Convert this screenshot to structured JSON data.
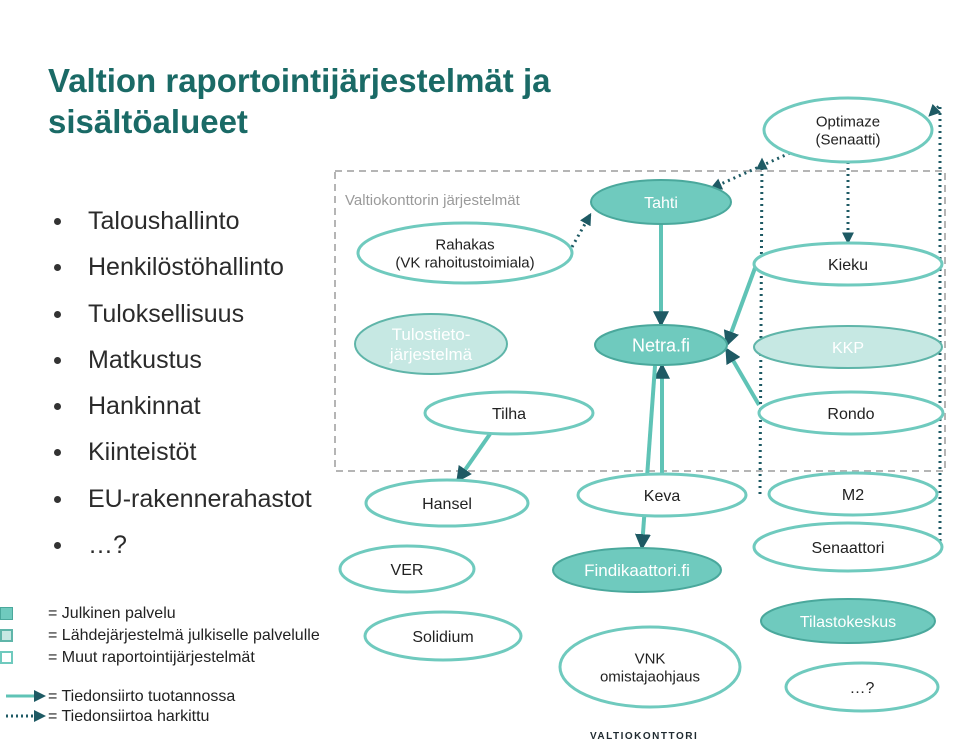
{
  "title": "Valtion raportointijärjestelmät ja sisältöalueet",
  "bullets": [
    "Taloushallinto",
    "Henkilöstöhallinto",
    "Tuloksellisuus",
    "Matkustus",
    "Hankinnat",
    "Kiinteistöt",
    "EU-rakennerahastot",
    "…?"
  ],
  "legend": {
    "public_service": "= Julkinen palvelu",
    "source_system": "= Lähdejärjestelmä julkiselle palvelulle",
    "other_systems": "= Muut raportointijärjestelmät",
    "transfer_production": "= Tiedonsiirto tuotannossa",
    "transfer_planned": "= Tiedonsiirtoa harkittu"
  },
  "group_label": "Valtiokonttorin järjestelmät",
  "nodes": {
    "rahakas": [
      "Rahakas",
      "(VK rahoitustoimiala)"
    ],
    "tulostieto": [
      "Tulostieto-",
      "järjestelmä"
    ],
    "tahti": [
      "Tahti"
    ],
    "netra": [
      "Netra.fi"
    ],
    "optimaze": [
      "Optimaze",
      "(Senaatti)"
    ],
    "kieku": [
      "Kieku"
    ],
    "kkp": [
      "KKP"
    ],
    "tilha": [
      "Tilha"
    ],
    "rondo": [
      "Rondo"
    ],
    "hansel": [
      "Hansel"
    ],
    "keva": [
      "Keva"
    ],
    "m2": [
      "M2"
    ],
    "senaattori": [
      "Senaattori"
    ],
    "ver": [
      "VER"
    ],
    "findikaattori": [
      "Findikaattori.fi"
    ],
    "solidium": [
      "Solidium"
    ],
    "vnk": [
      "VNK",
      "omistajaohjaus"
    ],
    "tilastokeskus": [
      "Tilastokeskus"
    ],
    "unknown": [
      "…?"
    ]
  },
  "footer": "VALTIOKONTTORI",
  "colors": {
    "title": "#1a6a66",
    "public_fill": "#6fcabe",
    "public_border": "#4aa89c",
    "source_fill": "#c6e8e3",
    "source_border": "#5fb5a9",
    "other_border": "#6fcabe",
    "arrow": "#5fc3b6",
    "planned_arrow": "#1e5a64",
    "group_border": "#b5b5b5"
  }
}
